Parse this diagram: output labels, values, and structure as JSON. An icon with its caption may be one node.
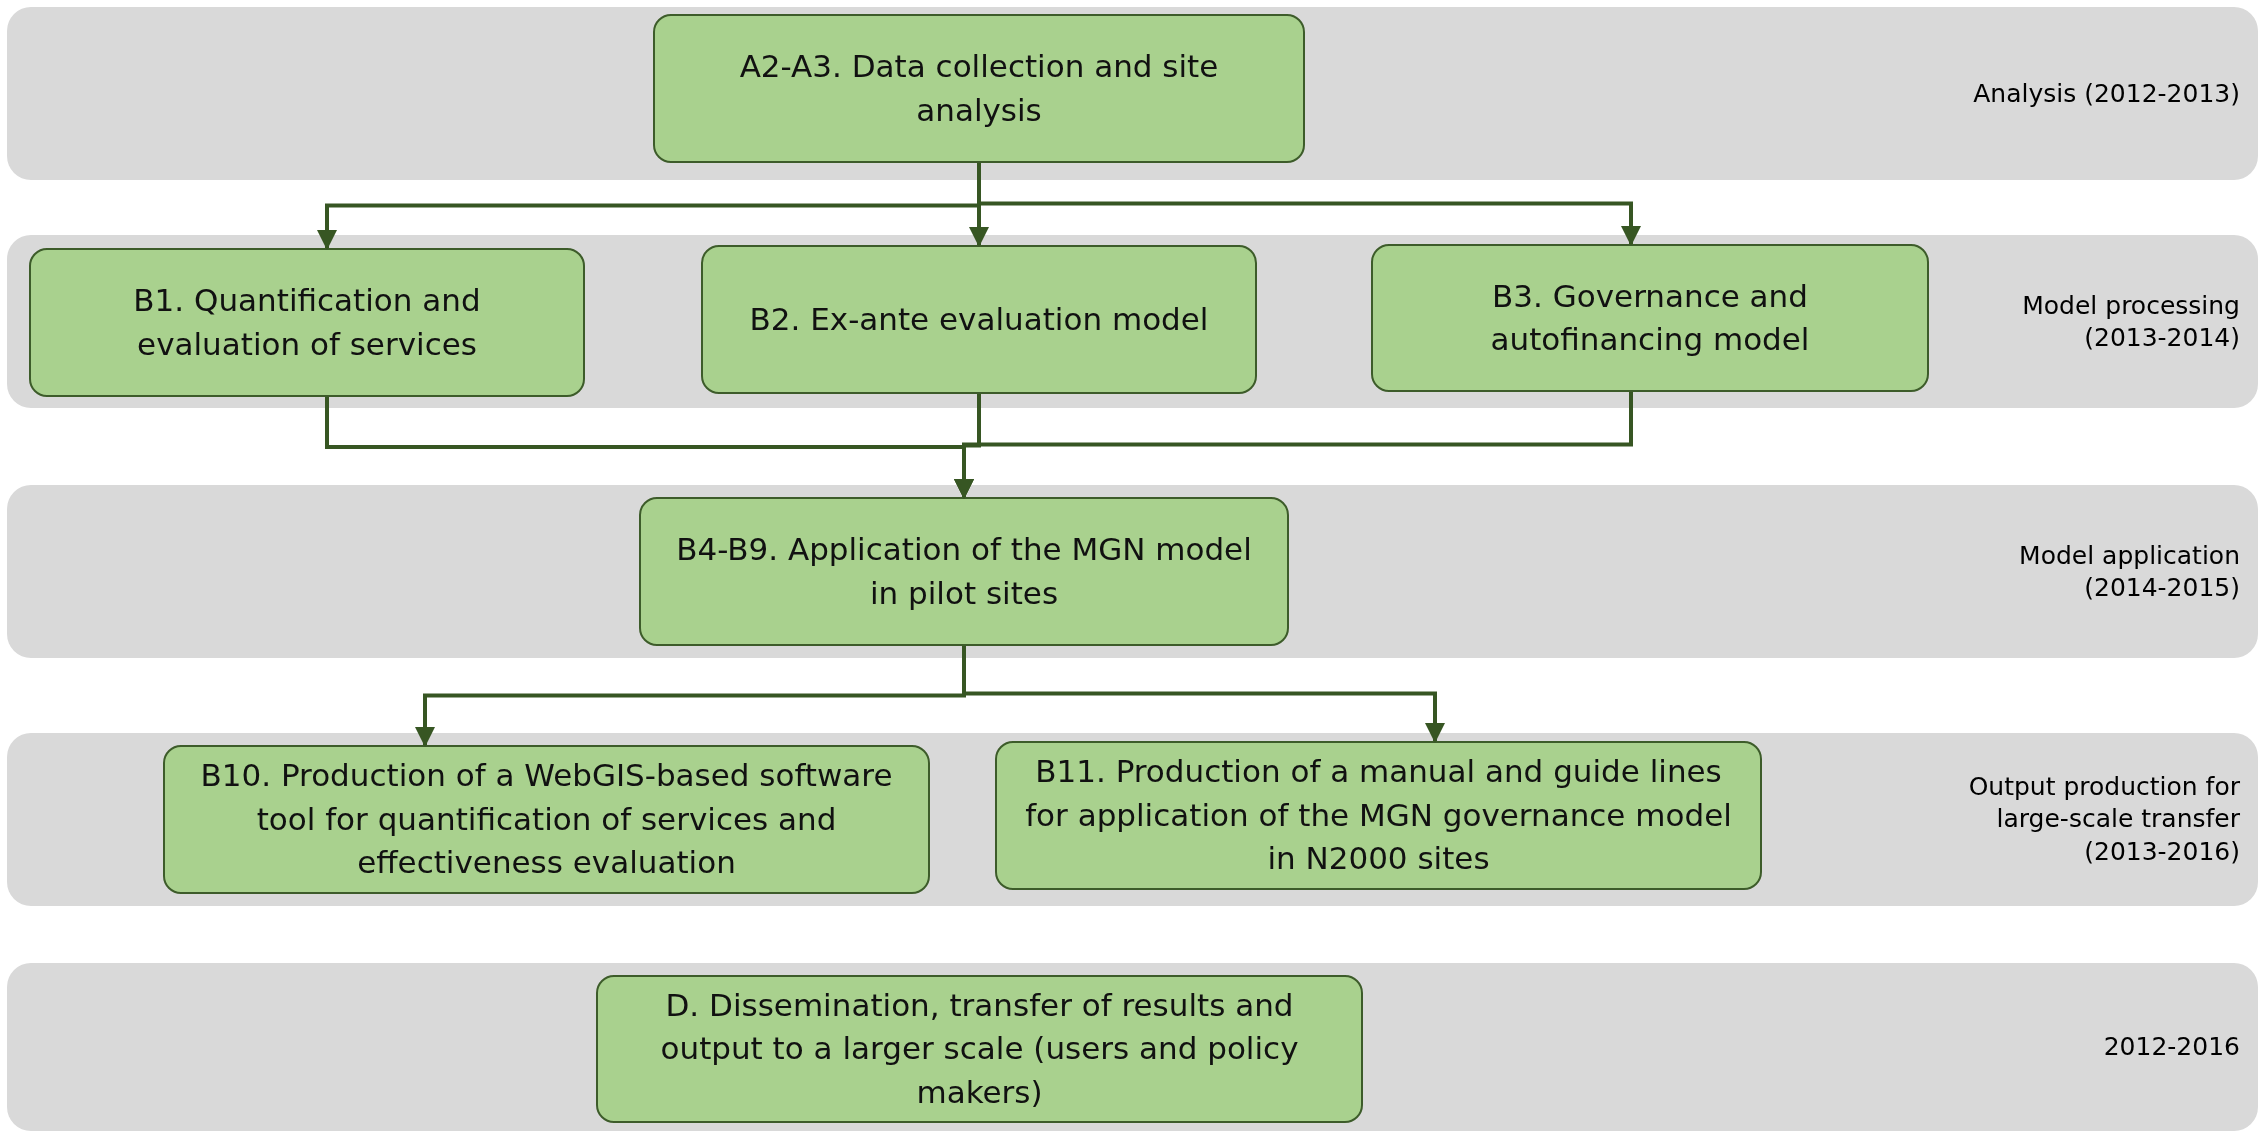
{
  "diagram": {
    "nodes": [
      {
        "text": [
          "Analysis (2012-2013)"
        ]
      },
      {
        "text": [
          "A2-A3. Data collection and site analysis"
        ],
        "in": 0
      },
      {
        "text": [
          "Model processing (2013-2014)"
        ]
      },
      {
        "text": [
          "B1. Quantification and evaluation of services"
        ],
        "in": 2
      },
      {
        "text": [
          "B2. Ex-ante evaluation model"
        ],
        "in": 2
      },
      {
        "text": [
          "B3. Governance and autofinancing model"
        ],
        "in": 2
      },
      {
        "text": [
          "Model application (2014-2015)"
        ]
      },
      {
        "text": [
          "B4-B9. Application of the MGN model in pilot sites"
        ],
        "in": 6
      },
      {
        "text": [
          "Output production for large-scale transfer (2013-2016)"
        ]
      },
      {
        "text": [
          "B10. Production of a WebGIS-based software tool for quantification of services and effectiveness evaluation"
        ],
        "in": 8
      },
      {
        "text": [
          "B11. Production of a manual and guide lines for application of the MGN governance model in N2000 sites"
        ],
        "in": 8
      },
      {
        "text": [
          "2012-2016"
        ]
      },
      {
        "text": [
          "D. Dissemination, transfer of results and output to a larger scale (users and policy makers)"
        ],
        "in": 11
      }
    ],
    "edges": [
      {
        "from": 1,
        "to": 3,
        "arrow": "to"
      },
      {
        "from": 1,
        "to": 4,
        "arrow": "to"
      },
      {
        "from": 1,
        "to": 5,
        "arrow": "to"
      },
      {
        "from": 3,
        "to": 7,
        "arrow": "to"
      },
      {
        "from": 4,
        "to": 7,
        "arrow": "to"
      },
      {
        "from": 5,
        "to": 7,
        "arrow": "to"
      },
      {
        "from": 7,
        "to": 9,
        "arrow": "to"
      },
      {
        "from": 7,
        "to": 10,
        "arrow": "to"
      }
    ]
  }
}
